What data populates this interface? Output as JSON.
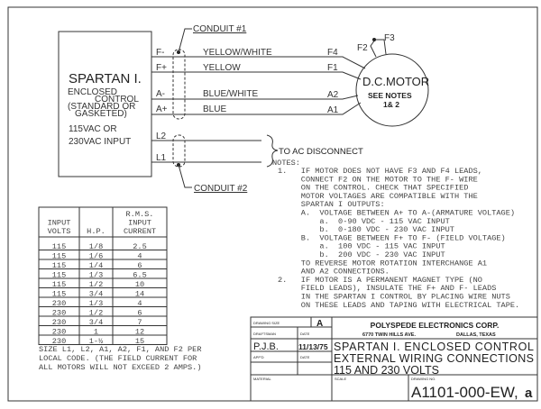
{
  "control": {
    "title": "SPARTAN I.",
    "lines": [
      "ENCLOSED",
      "CONTROL",
      "(STANDARD OR",
      "GASKETED)",
      "115VAC OR",
      "230VAC INPUT"
    ]
  },
  "terminals": [
    "F-",
    "F+",
    "A-",
    "A+",
    "L2",
    "L1"
  ],
  "wires": [
    "YELLOW/WHITE",
    "YELLOW",
    "BLUE/WHITE",
    "BLUE"
  ],
  "motor_leads": [
    "F4",
    "F1",
    "A2",
    "A1",
    "F2",
    "F3"
  ],
  "motor": {
    "title": "D.C.MOTOR",
    "line2": "SEE NOTES",
    "line3": "1& 2"
  },
  "conduit1": "CONDUIT #1",
  "conduit2": "CONDUIT #2",
  "ac_disconnect": "TO AC DISCONNECT",
  "notes": {
    "heading": "NOTES:",
    "lines": [
      "1.   IF MOTOR DOES NOT HAVE F3 AND F4 LEADS,",
      "     CONNECT F2 ON THE MOTOR TO THE F- WIRE",
      "     ON THE CONTROL. CHECK THAT SPECIFIED",
      "     MOTOR VOLTAGES ARE COMPATIBLE WITH THE",
      "     SPARTAN I OUTPUTS:",
      "     A.  VOLTAGE BETWEEN A+ TO A-(ARMATURE VOLTAGE)",
      "         a.  0-90 VDC - 115 VAC INPUT",
      "         b.  0-180 VDC - 230 VAC INPUT",
      "     B.  VOLTAGE BETWEEN F+ TO F- (FIELD VOLTAGE)",
      "         a.  100 VDC - 115 VAC INPUT",
      "         b.  200 VDC - 230 VAC INPUT",
      "     TO REVERSE MOTOR ROTATION INTERCHANGE A1",
      "     AND A2 CONNECTIONS.",
      "2.   IF MOTOR IS A PERMANENT MAGNET TYPE (NO",
      "     FIELD LEADS), INSULATE THE F+ AND F- LEADS",
      "     IN THE SPARTAN I CONTROL BY PLACING WIRE NUTS",
      "     ON THESE LEADS AND TAPING WITH ELECTRICAL TAPE."
    ]
  },
  "table": {
    "headers": [
      [
        "INPUT",
        "VOLTS"
      ],
      [
        "H.P."
      ],
      [
        "R.M.S.",
        "INPUT",
        "CURRENT"
      ]
    ],
    "rows": [
      [
        "115",
        "1/8",
        "2.5"
      ],
      [
        "115",
        "1/6",
        "4"
      ],
      [
        "115",
        "1/4",
        "6"
      ],
      [
        "115",
        "1/3",
        "6.5"
      ],
      [
        "115",
        "1/2",
        "10"
      ],
      [
        "115",
        "3/4",
        "14"
      ],
      [
        "230",
        "1/3",
        "4"
      ],
      [
        "230",
        "1/2",
        "6"
      ],
      [
        "230",
        "3/4",
        "7"
      ],
      [
        "230",
        "1",
        "12"
      ],
      [
        "230",
        "1-½",
        "15"
      ]
    ]
  },
  "size_note": [
    "SIZE L1, L2, A1, A2, F1, AND F2 PER",
    "LOCAL CODE. (THE FIELD CURRENT FOR",
    "ALL MOTORS WILL NOT EXCEED 2 AMPS.)"
  ],
  "title_block": {
    "drawing_size_label": "DRAWING SIZE",
    "drawing_size": "A",
    "draftsman_label": "DRAFTSMAN",
    "date_label": "DATE",
    "draftsman": "P.J.B.",
    "date": "11/13/75",
    "appd_label": "APP'D",
    "appd_date_label": "DATE",
    "material_label": "MATERIAL",
    "scale_label": "SCALE",
    "drawing_no_label": "DRAWING NO.",
    "drawing_no": "A1101-000-EW,",
    "revision": "a",
    "company": "POLYSPEDE ELECTRONICS CORP.",
    "address": "6770 TWIN HILLS AVE.",
    "city": "DALLAS, TEXAS",
    "title_lines": [
      "SPARTAN I. ENCLOSED CONTROL",
      "EXTERNAL WIRING CONNECTIONS",
      "115 AND 230 VOLTS"
    ]
  }
}
